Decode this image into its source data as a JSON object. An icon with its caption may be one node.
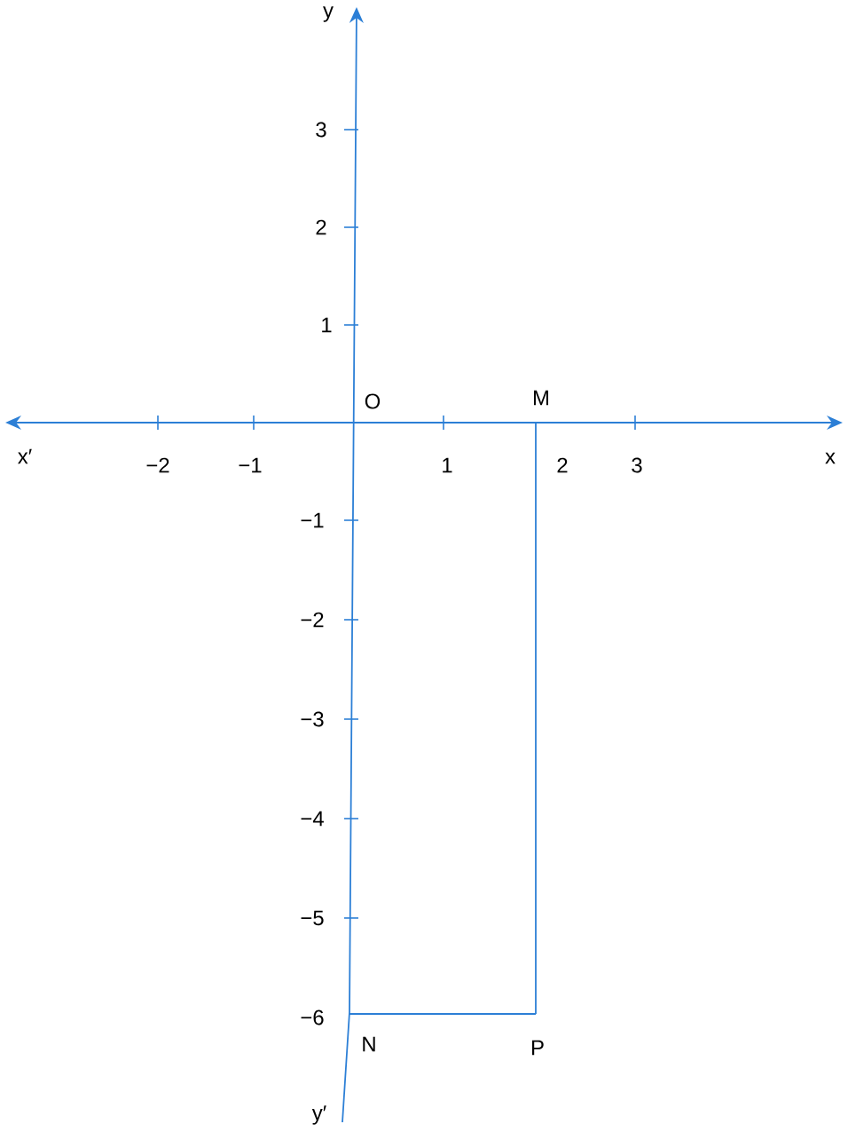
{
  "diagram": {
    "nodes": [
      {
        "text": [
          "O"
        ]
      },
      {
        "text": [
          "M"
        ]
      },
      {
        "text": [
          "P"
        ]
      },
      {
        "text": [
          "N"
        ]
      }
    ],
    "edges": [
      {
        "from": 1,
        "to": 2,
        "arrow": "none"
      },
      {
        "from": 2,
        "to": 3,
        "arrow": "none"
      }
    ],
    "labels": [
      "y",
      "3",
      "2",
      "1",
      "x′",
      "−2",
      "−1",
      "1",
      "2",
      "3",
      "x",
      "−1",
      "−2",
      "−3",
      "−4",
      "−5",
      "−6",
      "y′"
    ]
  }
}
